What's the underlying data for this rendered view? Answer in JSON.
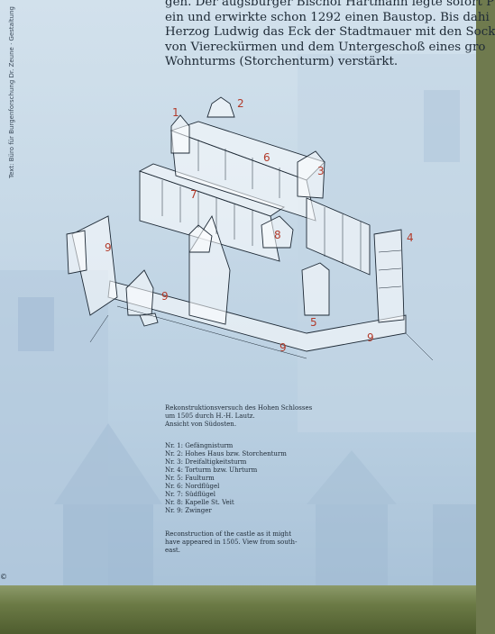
{
  "side_credit": "Text: Büro für Burgenforschung Dr. Zeune · Gestaltung",
  "intro_lines": [
    "gen. Der augsburger Bischof Hartmann legte sofort P",
    "ein und erwirkte schon 1292 einen Baustop. Bis dahi",
    "Herzog Ludwig das Eck der Stadtmauer mit den Sock",
    "von Viereckürmen und dem Untergeschoß eines gro",
    "Wohnturms (Storchenturm) verstärkt."
  ],
  "drawing_labels": [
    "1",
    "2",
    "3",
    "4",
    "5",
    "6",
    "7",
    "8",
    "9",
    "9",
    "9",
    "9"
  ],
  "caption_lines": [
    "Rekonstruktionsversuch des Hohen Schlosses",
    "um 1505 durch H.-H. Lautz.",
    "Ansicht von Südosten."
  ],
  "legend": [
    "Nr. 1: Gefängnisturm",
    "Nr. 2: Hohes Haus bzw. Storchenturm",
    "Nr. 3: Dreifaltigkeitsturm",
    "Nr. 4: Torturm bzw. Uhrturm",
    "Nr. 5: Faulturm",
    "Nr. 6: Nordflügel",
    "Nr. 7: Südflügel",
    "Nr. 8: Kapelle St. Veit",
    "Nr. 9: Zwinger"
  ],
  "english_caption_lines": [
    "Reconstruction of the castle as it might",
    "have appeared in 1505. View from south-",
    "east."
  ],
  "corner_mark": "©"
}
